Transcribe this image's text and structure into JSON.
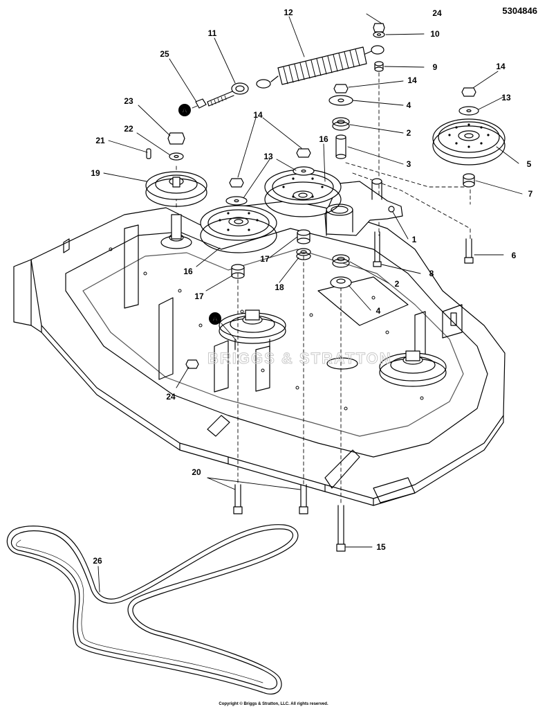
{
  "document": {
    "part_number": "5304846",
    "copyright": "Copyright © Briggs & Stratton, LLC. All rights reserved.",
    "watermark": "BRIGGS & STRATTON"
  },
  "reference_marker": "A",
  "callouts": [
    "1",
    "2",
    "3",
    "4",
    "5",
    "6",
    "7",
    "8",
    "9",
    "10",
    "11",
    "12",
    "13",
    "14",
    "15",
    "16",
    "17",
    "18",
    "19",
    "20",
    "21",
    "22",
    "23",
    "24",
    "25",
    "26"
  ]
}
